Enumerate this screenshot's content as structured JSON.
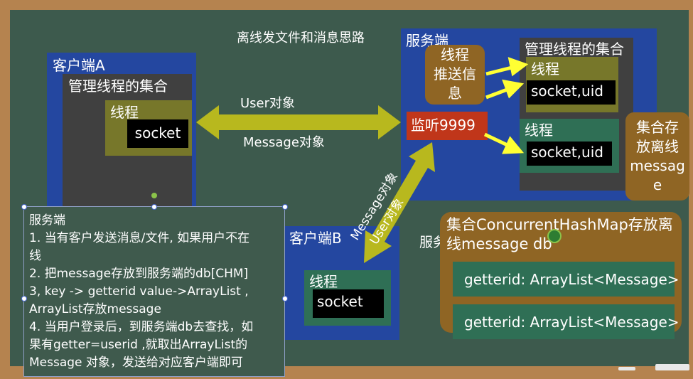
{
  "title": "离线发文件和消息思路",
  "client_a": {
    "label": "客户端A",
    "manager_label": "管理线程的集合",
    "thread_label": "线程",
    "socket_label": "socket"
  },
  "arrows": {
    "user_object": "User对象",
    "message_object": "Message对象",
    "diag_message_object": "Message对象",
    "diag_user_object": "User对象"
  },
  "server": {
    "label": "服务端",
    "push_info": "线程\n推送信\n息",
    "listen": "监听9999",
    "manager_label": "管理线程的集合",
    "thread1_label": "线程",
    "thread1_socket": "socket,uid",
    "thread2_label": "线程",
    "thread2_socket": "socket,uid",
    "offline_set": "集合存\n放离线\nmessag\ne"
  },
  "client_b": {
    "label": "客户端B",
    "thread_label": "线程",
    "socket_label": "socket",
    "partial_label": "服务"
  },
  "chm": {
    "label": "集合ConcurrentHashMap存放离\n线message db",
    "rows": [
      "getterid: ArrayList<Message>",
      "getterid: ArrayList<Message>"
    ]
  },
  "notes": {
    "lines": [
      "服务端",
      "1. 当有客户发送消息/文件, 如果用户不在",
      "线",
      "2. 把message存放到服务端的db[CHM]",
      "3, key -> getterid value->ArrayList ,",
      "ArrayList存放message",
      "4. 当用户登录后，到服务端db去查找，如",
      "果有getter=userid ,就取出ArrayList的",
      "Message 对象，发送给对应客户端即可"
    ]
  },
  "colors": {
    "board": "#3d5a4d",
    "frame": "#b5834f",
    "blue": "#2447a0",
    "olive": "#77772a",
    "green": "#2f6f55",
    "brown": "#8f6524",
    "red": "#c0361a",
    "arrow": "#b8b81e"
  }
}
